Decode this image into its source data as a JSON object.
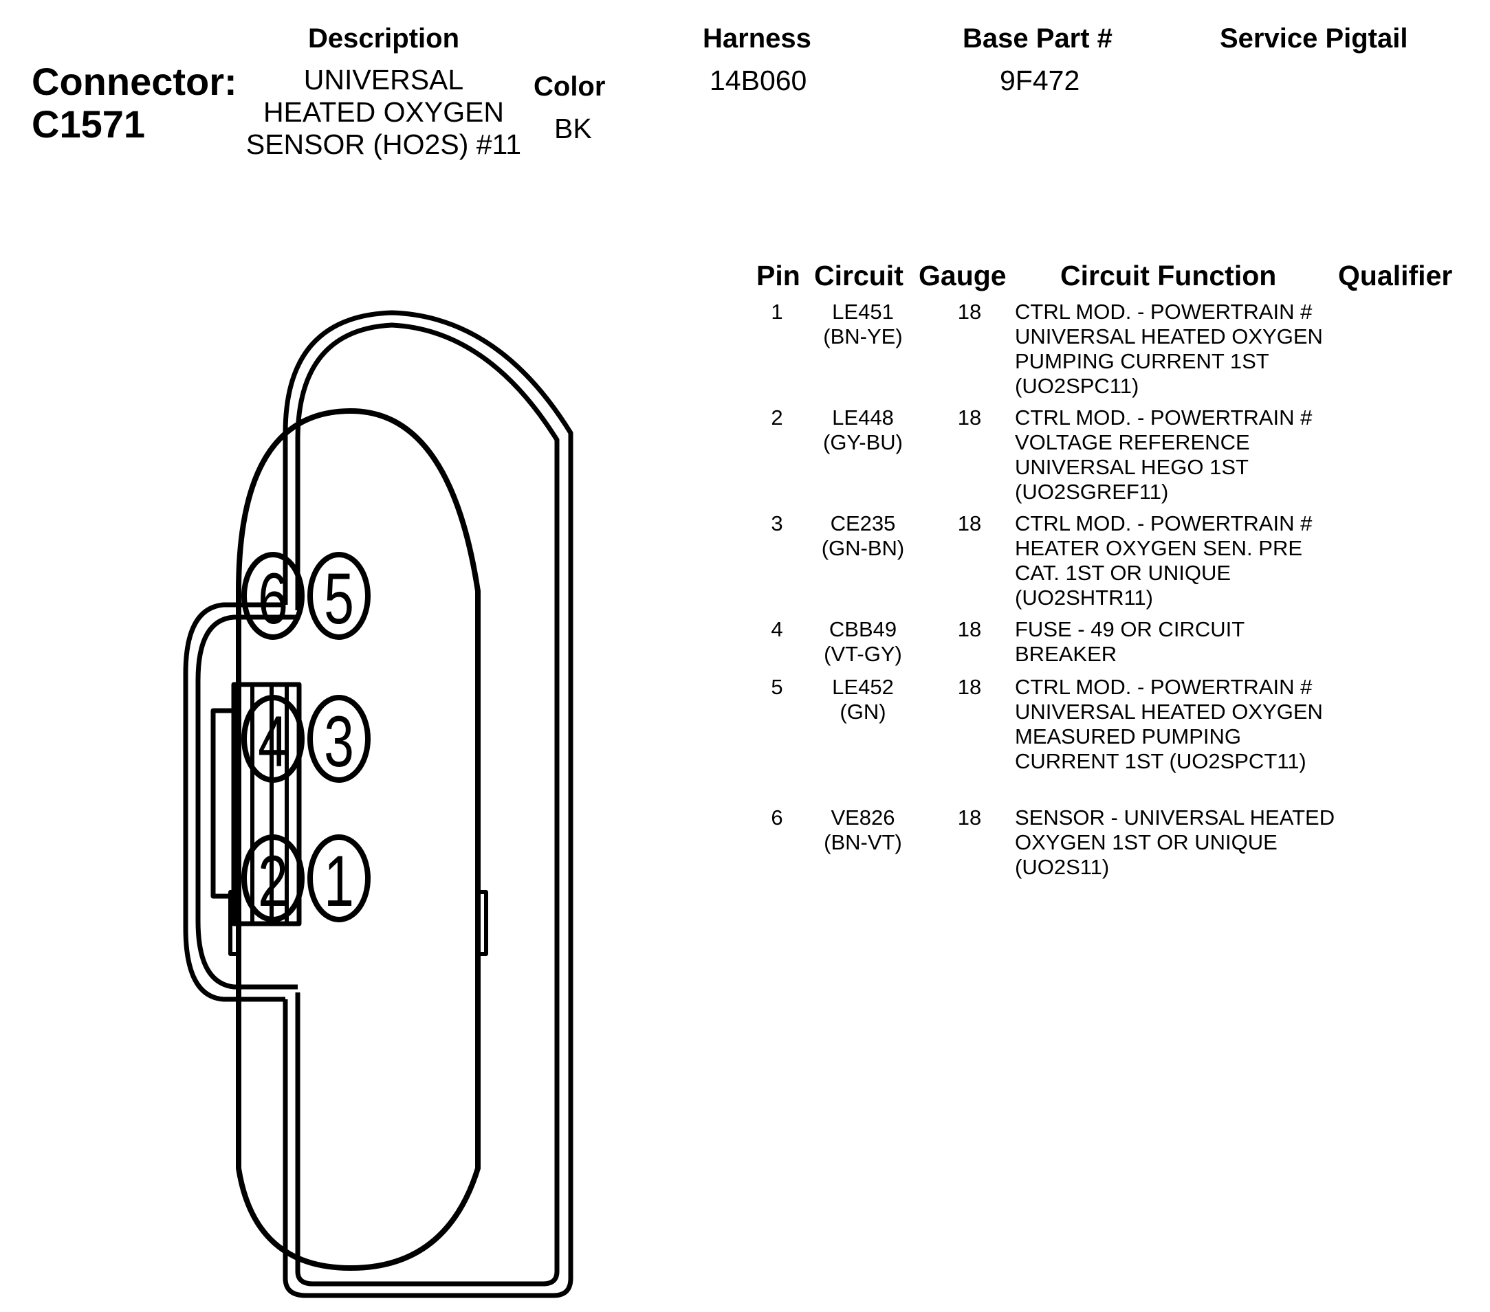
{
  "connector": {
    "label": "Connector:",
    "id": "C1571"
  },
  "header": {
    "description_label": "Description",
    "description_value": "UNIVERSAL HEATED OXYGEN SENSOR (HO2S) #11",
    "color_label": "Color",
    "color_value": "BK",
    "harness_label": "Harness",
    "harness_value": "14B060",
    "base_part_label": "Base Part #",
    "base_part_value": "9F472",
    "service_pigtail_label": "Service Pigtail",
    "service_pigtail_value": ""
  },
  "table": {
    "columns": [
      "Pin",
      "Circuit",
      "Gauge",
      "Circuit Function",
      "Qualifier"
    ],
    "rows": [
      {
        "pin": "1",
        "circuit": "LE451",
        "circuit_color": "(BN-YE)",
        "gauge": "18",
        "function": "CTRL MOD. - POWERTRAIN # UNIVERSAL HEATED OXYGEN PUMPING CURRENT 1ST (UO2SPC11)",
        "qualifier": ""
      },
      {
        "pin": "2",
        "circuit": "LE448",
        "circuit_color": "(GY-BU)",
        "gauge": "18",
        "function": "CTRL MOD. - POWERTRAIN # VOLTAGE REFERENCE UNIVERSAL HEGO 1ST (UO2SGREF11)",
        "qualifier": ""
      },
      {
        "pin": "3",
        "circuit": "CE235",
        "circuit_color": "(GN-BN)",
        "gauge": "18",
        "function": "CTRL MOD. - POWERTRAIN # HEATER OXYGEN SEN. PRE CAT. 1ST OR UNIQUE (UO2SHTR11)",
        "qualifier": ""
      },
      {
        "pin": "4",
        "circuit": "CBB49",
        "circuit_color": "(VT-GY)",
        "gauge": "18",
        "function": "FUSE - 49 OR CIRCUIT BREAKER",
        "qualifier": ""
      },
      {
        "pin": "5",
        "circuit": "LE452",
        "circuit_color": "(GN)",
        "gauge": "18",
        "function": "CTRL MOD. - POWERTRAIN # UNIVERSAL HEATED OXYGEN MEASURED PUMPING CURRENT 1ST (UO2SPCT11)",
        "qualifier": ""
      },
      {
        "pin": "6",
        "circuit": "VE826",
        "circuit_color": "(BN-VT)",
        "gauge": "18",
        "function": "SENSOR - UNIVERSAL HEATED OXYGEN 1ST OR UNIQUE (UO2S11)",
        "qualifier": ""
      }
    ]
  },
  "diagram": {
    "pin_labels": [
      "6",
      "5",
      "4",
      "3",
      "2",
      "1"
    ]
  }
}
